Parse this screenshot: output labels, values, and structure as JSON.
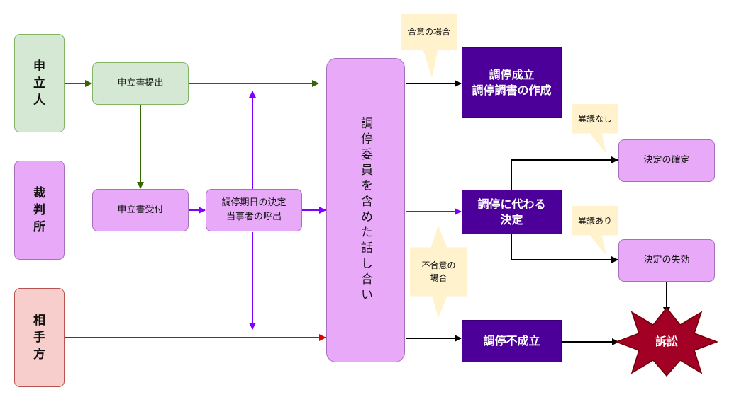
{
  "actors": {
    "applicant": "申\n立\n人",
    "court": "裁\n判\n所",
    "respondent": "相\n手\n方"
  },
  "process": {
    "filing": "申立書提出",
    "receipt": "申立書受付",
    "schedule": "調停期日の決定\n当事者の呼出",
    "discussion": "調停委員を含めた話し合い"
  },
  "outcomes": {
    "success": "調停成立\n調停調書の作成",
    "alternative": "調停に代わる\n決定",
    "failure": "調停不成立",
    "confirmed": "決定の確定",
    "invalid": "決定の失効",
    "lawsuit": "訴訟"
  },
  "notes": {
    "agreement": "合意の場合",
    "disagreement": "不合意の\n場合",
    "no_objection": "異議なし",
    "objection": "異議あり"
  },
  "colors": {
    "applicant_line": "#336600",
    "court_line": "#7f00ff",
    "respondent_line": "#e00000",
    "black_line": "#000000",
    "dark_box": "#4c0099",
    "lawsuit_star": "#a20025",
    "note_bg": "#fff2cc"
  }
}
